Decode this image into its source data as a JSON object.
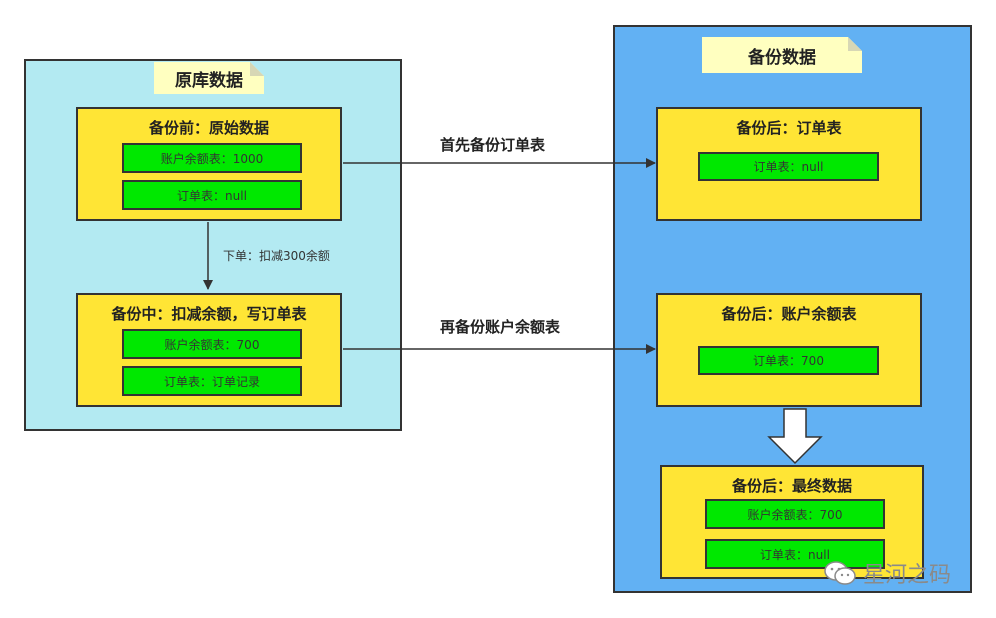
{
  "left_panel": {
    "title": "原库数据",
    "before_box": {
      "title": "备份前：原始数据",
      "balance": "账户余额表：1000",
      "orders": "订单表：null"
    },
    "down_arrow_label": "下单：扣减300余额",
    "during_box": {
      "title": "备份中：扣减余额，写订单表",
      "balance": "账户余额表：700",
      "orders": "订单表：订单记录"
    }
  },
  "right_panel": {
    "title": "备份数据",
    "after_orders_box": {
      "title": "备份后：订单表",
      "orders": "订单表：null"
    },
    "after_balance_box": {
      "title": "备份后：账户余额表",
      "value": "订单表：700"
    },
    "final_box": {
      "title": "备份后：最终数据",
      "balance": "账户余额表：700",
      "orders": "订单表：null"
    }
  },
  "arrows": {
    "first_label": "首先备份订单表",
    "second_label": "再备份账户余额表"
  },
  "watermark": {
    "text": "星河之码",
    "icon": "wechat-icon"
  },
  "colors": {
    "left_panel_bg": "#b3eaf2",
    "right_panel_bg": "#62b1f3",
    "yellow_box": "#ffe535",
    "green_box": "#00e800",
    "note": "#ffffc0"
  }
}
